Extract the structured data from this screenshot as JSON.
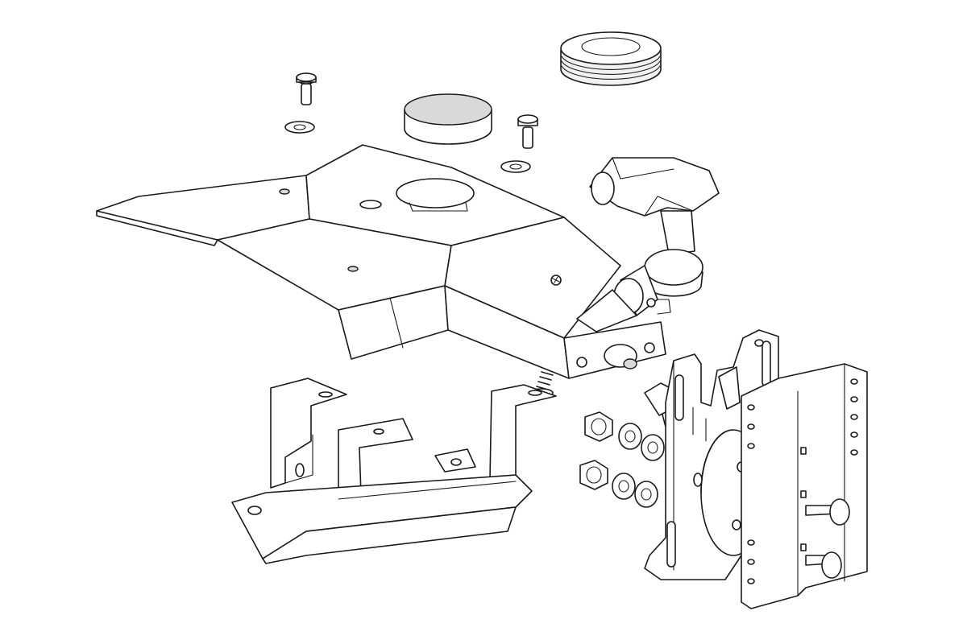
{
  "diagram": {
    "type": "exploded-assembly-line-drawing",
    "background_color": "#ffffff",
    "line_color": "#1a1a1a",
    "parts": [
      "round-cap-large",
      "round-cap-small",
      "screw",
      "washer",
      "top-mounting-plate",
      "lower-bracket",
      "ratchet-handle",
      "ball-joint-arm",
      "spring",
      "hex-nut",
      "swivel-bracket",
      "vesa-plate"
    ]
  }
}
